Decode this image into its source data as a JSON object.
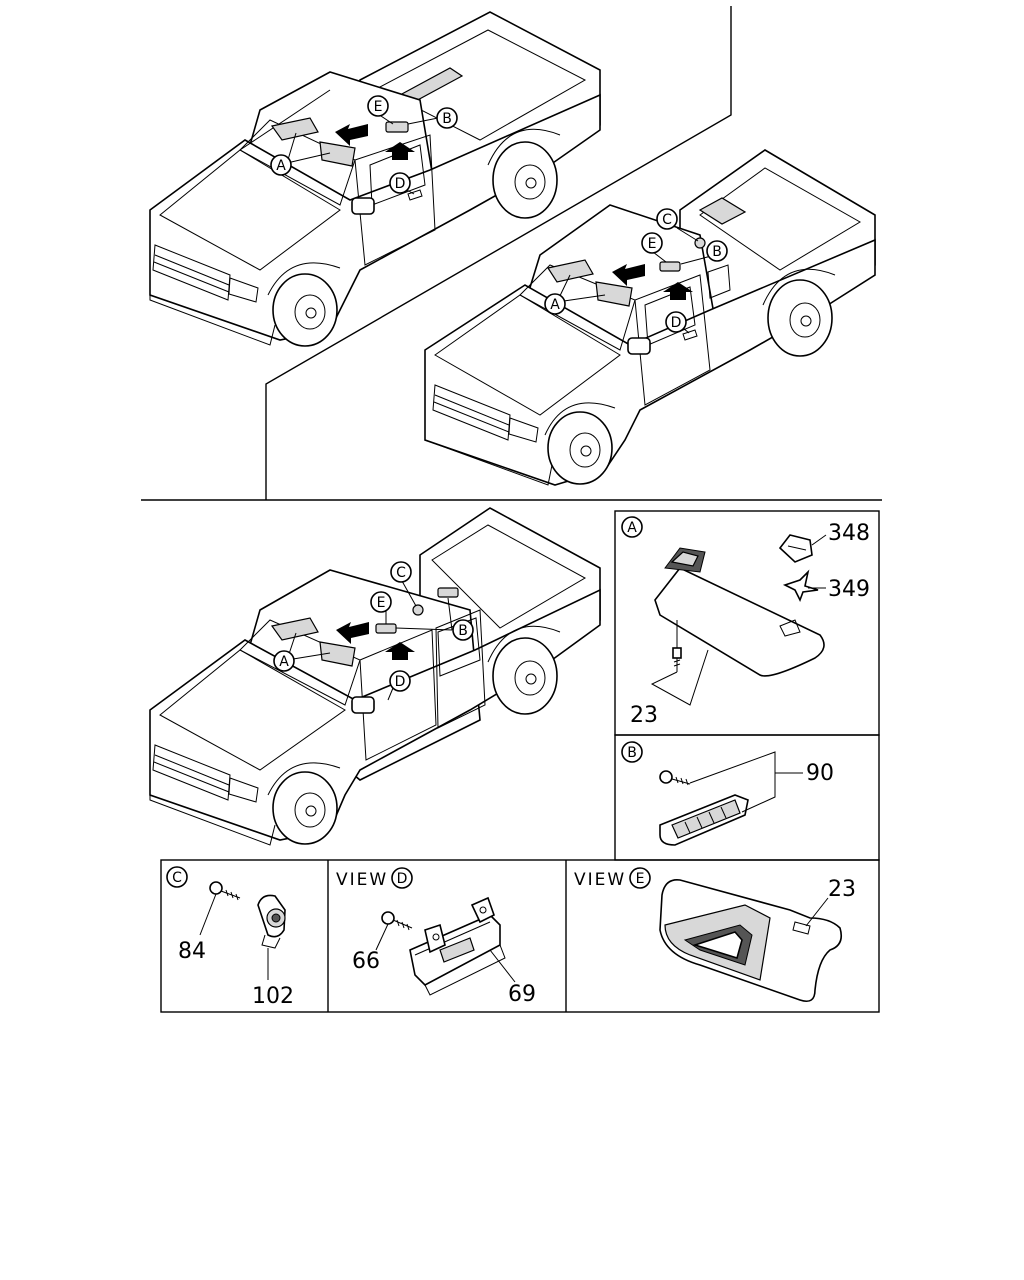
{
  "callouts": {
    "A": "A",
    "B": "B",
    "C": "C",
    "D": "D",
    "E": "E"
  },
  "view_word": "VIEW",
  "parts": {
    "p348": "348",
    "p349": "349",
    "p23_a": "23",
    "p90": "90",
    "p84": "84",
    "p102": "102",
    "p66": "66",
    "p69": "69",
    "p23_e": "23"
  }
}
